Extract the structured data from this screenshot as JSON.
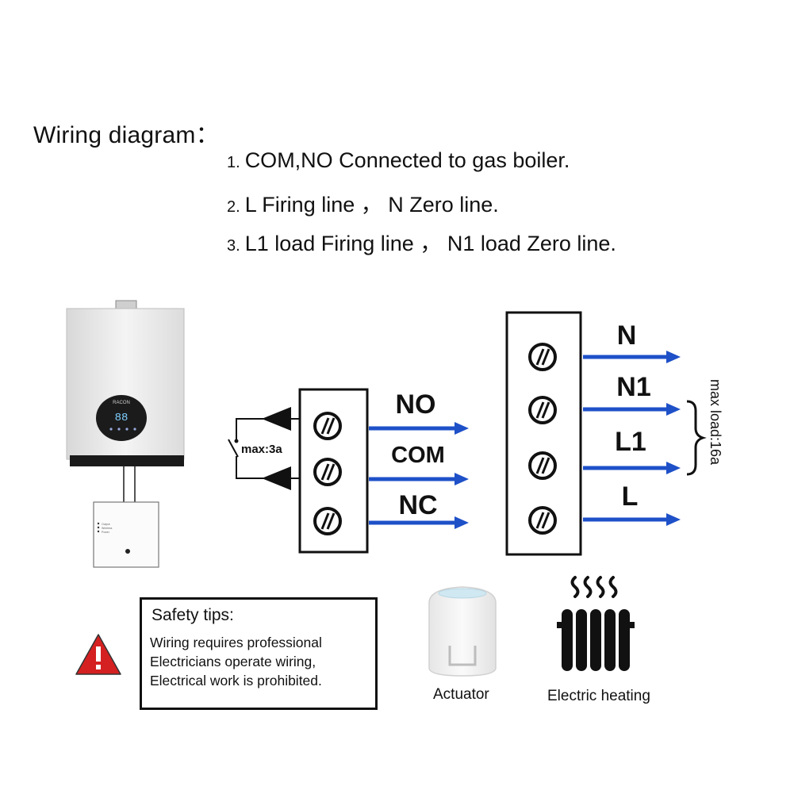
{
  "header": {
    "title": "Wiring diagram：",
    "notes": [
      {
        "num": "1.",
        "text": "COM,NO Connected to gas boiler."
      },
      {
        "num": "2.",
        "text": "L Firing line ， N Zero line."
      },
      {
        "num": "3.",
        "text": "L1 load Firing line ， N1 load Zero line."
      }
    ]
  },
  "boiler": {
    "brand": "RACON",
    "display": "88",
    "panel_lines": [
      "Output",
      "Wireless",
      "Power"
    ]
  },
  "relay_block": {
    "max_label": "max:3a",
    "terminals": [
      "NO",
      "COM",
      "NC"
    ]
  },
  "power_block": {
    "terminals": [
      "N",
      "N1",
      "L1",
      "L"
    ],
    "max_load": "max load:16a"
  },
  "safety": {
    "title": "Safety tips:",
    "lines": [
      "Wiring requires professional",
      "Electricians operate wiring,",
      "Electrical work is prohibited."
    ]
  },
  "captions": {
    "actuator": "Actuator",
    "heating": "Electric heating"
  },
  "colors": {
    "wire": "#1e50c8",
    "warning": "#d42020",
    "ink": "#111111"
  }
}
